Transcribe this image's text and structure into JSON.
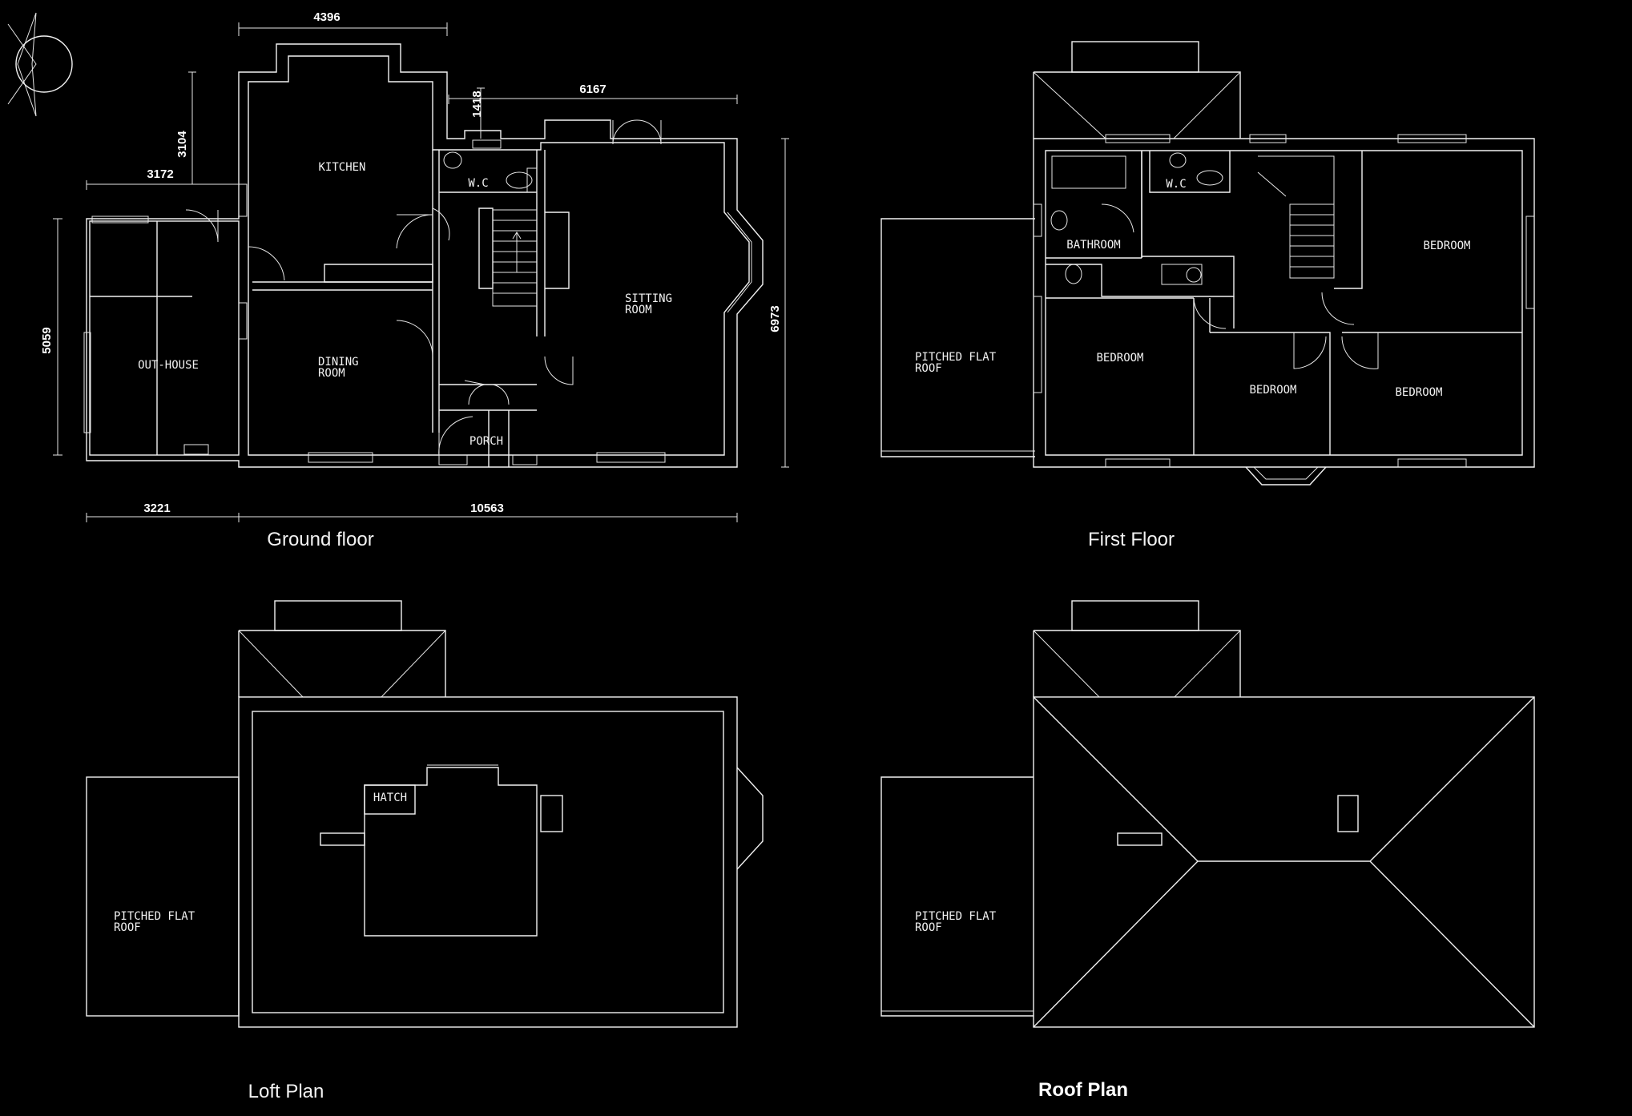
{
  "colors": {
    "background": "#000000",
    "line": "#f2f2f2"
  },
  "ground_floor": {
    "title": "Ground floor",
    "rooms": {
      "kitchen": "KITCHEN",
      "wc": "W.C",
      "sitting_l1": "SITTING",
      "sitting_l2": "ROOM",
      "dining_l1": "DINING",
      "dining_l2": "ROOM",
      "outhouse": "OUT-HOUSE",
      "porch": "PORCH"
    },
    "dimensions": {
      "d4396": "4396",
      "d1418": "1418",
      "d6167": "6167",
      "d3104": "3104",
      "d3172": "3172",
      "d5059": "5059",
      "d6973": "6973",
      "d3221": "3221",
      "d10563": "10563"
    }
  },
  "first_floor": {
    "title": "First Floor",
    "rooms": {
      "wc": "W.C",
      "bathroom": "BATHROOM",
      "bedroom_a": "BEDROOM",
      "bedroom_b": "BEDROOM",
      "bedroom_c": "BEDROOM",
      "bedroom_d": "BEDROOM",
      "roof_l1": "PITCHED FLAT",
      "roof_l2": "ROOF"
    }
  },
  "loft_plan": {
    "title": "Loft Plan",
    "hatch": "HATCH",
    "roof_l1": "PITCHED FLAT",
    "roof_l2": "ROOF"
  },
  "roof_plan": {
    "title": "Roof Plan",
    "roof_l1": "PITCHED FLAT",
    "roof_l2": "ROOF"
  }
}
